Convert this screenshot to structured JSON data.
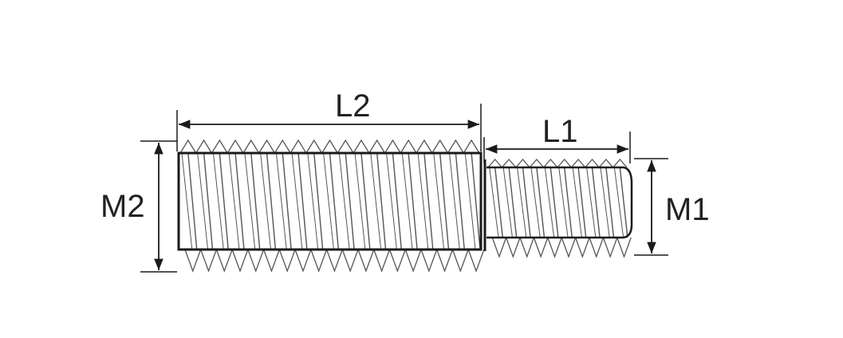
{
  "labels": {
    "l2": "L2",
    "l1": "L1",
    "m2": "M2",
    "m1": "M1"
  },
  "colors": {
    "line": "#1a1a1a",
    "thread": "#555555"
  }
}
